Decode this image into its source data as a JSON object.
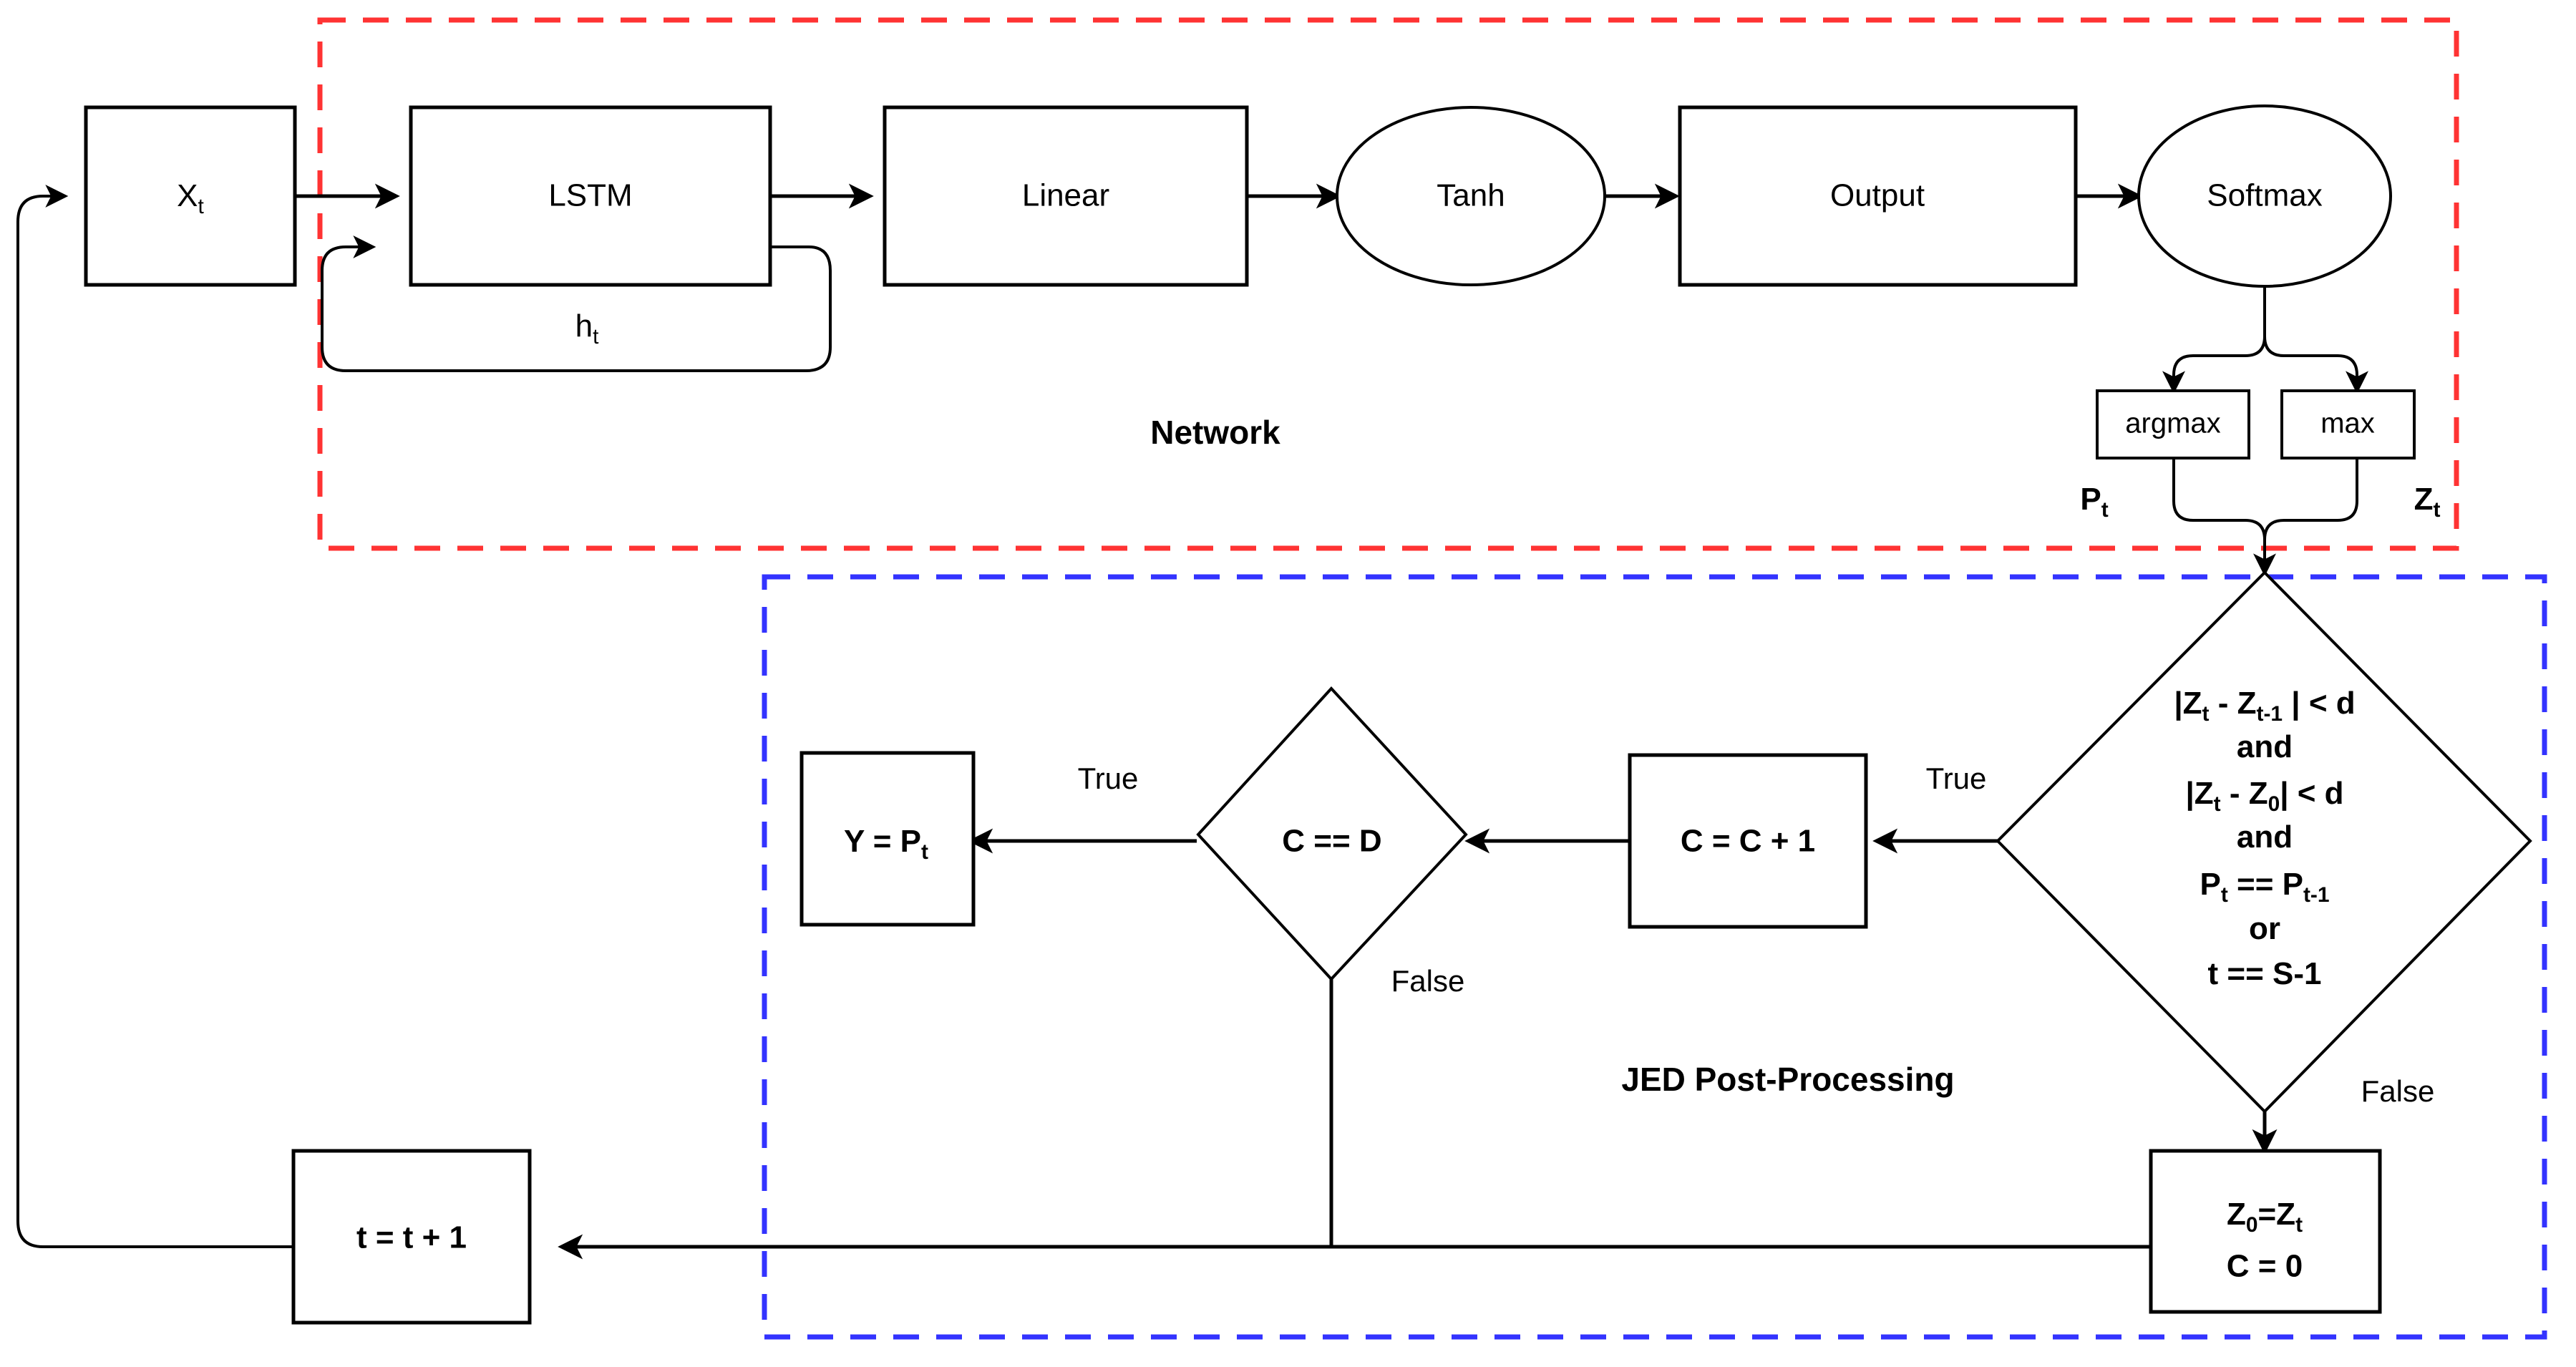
{
  "diagram": {
    "title_network": "Network",
    "title_jed": "JED Post-Processing",
    "colors": {
      "network_group_border": "#ff3333",
      "jed_group_border": "#3333ff",
      "node_stroke": "#000000",
      "node_fill": "#ffffff",
      "background": "#ffffff"
    }
  },
  "network": {
    "label": "Network",
    "nodes": {
      "input": {
        "base": "X",
        "sub": "t",
        "shape": "rect"
      },
      "lstm": {
        "base": "LSTM",
        "sub": "",
        "shape": "rect"
      },
      "linear": {
        "base": "Linear",
        "sub": "",
        "shape": "rect"
      },
      "tanh": {
        "base": "Tanh",
        "sub": "",
        "shape": "ellipse"
      },
      "output": {
        "base": "Output",
        "sub": "",
        "shape": "rect"
      },
      "softmax": {
        "base": "Softmax",
        "sub": "",
        "shape": "ellipse"
      },
      "argmax": {
        "base": "argmax",
        "sub": "",
        "shape": "rect"
      },
      "max": {
        "base": "max",
        "sub": "",
        "shape": "rect"
      }
    },
    "edge_labels": {
      "hidden_state_base": "h",
      "hidden_state_sub": "t",
      "argmax_out_base": "P",
      "argmax_out_sub": "t",
      "max_out_base": "Z",
      "max_out_sub": "t"
    }
  },
  "jed": {
    "label": "JED Post-Processing",
    "decision_main": {
      "lines": [
        {
          "parts": [
            {
              "t": "|Z",
              "k": "b"
            },
            {
              "t": "t",
              "k": "s"
            },
            {
              "t": " - Z",
              "k": "b"
            },
            {
              "t": "t-1",
              "k": "s"
            },
            {
              "t": " | < d",
              "k": "b"
            }
          ]
        },
        {
          "parts": [
            {
              "t": "and",
              "k": "b"
            }
          ]
        },
        {
          "parts": [
            {
              "t": "|Z",
              "k": "b"
            },
            {
              "t": "t",
              "k": "s"
            },
            {
              "t": " - Z",
              "k": "b"
            },
            {
              "t": "0",
              "k": "s"
            },
            {
              "t": "| < d",
              "k": "b"
            }
          ]
        },
        {
          "parts": [
            {
              "t": "and",
              "k": "b"
            }
          ]
        },
        {
          "parts": [
            {
              "t": "P",
              "k": "b"
            },
            {
              "t": "t",
              "k": "s"
            },
            {
              "t": " ==  P",
              "k": "b"
            },
            {
              "t": "t-1",
              "k": "s"
            }
          ]
        },
        {
          "parts": [
            {
              "t": "or",
              "k": "b"
            }
          ]
        },
        {
          "parts": [
            {
              "t": "t == S-1",
              "k": "b"
            }
          ]
        }
      ]
    },
    "nodes": {
      "counter_increment": {
        "base": "C = C + 1",
        "sub": ""
      },
      "counter_check": {
        "base": "C == D",
        "sub": ""
      },
      "emit_prediction": {
        "base": "Y = P",
        "sub": "t"
      },
      "reset": {
        "line1_base": "Z",
        "line1_sub1": "0",
        "line1_mid": "=Z",
        "line1_sub2": "t",
        "line2": "C = 0"
      },
      "time_increment": {
        "base": "t = t + 1",
        "sub": ""
      }
    },
    "edge_labels": {
      "decision_true": "True",
      "decision_false": "False",
      "counter_true": "True",
      "counter_false": "False"
    }
  }
}
